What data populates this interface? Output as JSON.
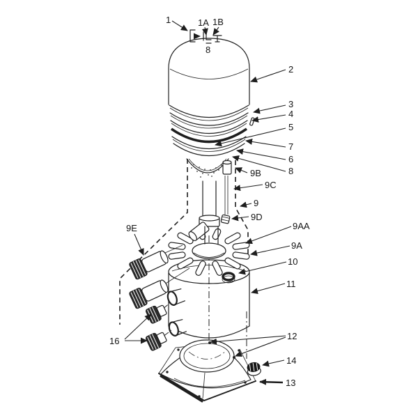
{
  "diagram": {
    "kind": "exploded-parts-diagram",
    "background": "#ffffff",
    "ink": "#1e1e1e",
    "callouts": [
      {
        "label": "1"
      },
      {
        "label": "1A"
      },
      {
        "label": "1B"
      },
      {
        "label": "8"
      },
      {
        "label": "2"
      },
      {
        "label": "3"
      },
      {
        "label": "4"
      },
      {
        "label": "5"
      },
      {
        "label": "7"
      },
      {
        "label": "6"
      },
      {
        "label": "8"
      },
      {
        "label": "9B"
      },
      {
        "label": "9C"
      },
      {
        "label": "9"
      },
      {
        "label": "9D"
      },
      {
        "label": "9E"
      },
      {
        "label": "9AA"
      },
      {
        "label": "9A"
      },
      {
        "label": "10"
      },
      {
        "label": "11"
      },
      {
        "label": "16"
      },
      {
        "label": "12"
      },
      {
        "label": "14"
      },
      {
        "label": "13"
      }
    ]
  }
}
